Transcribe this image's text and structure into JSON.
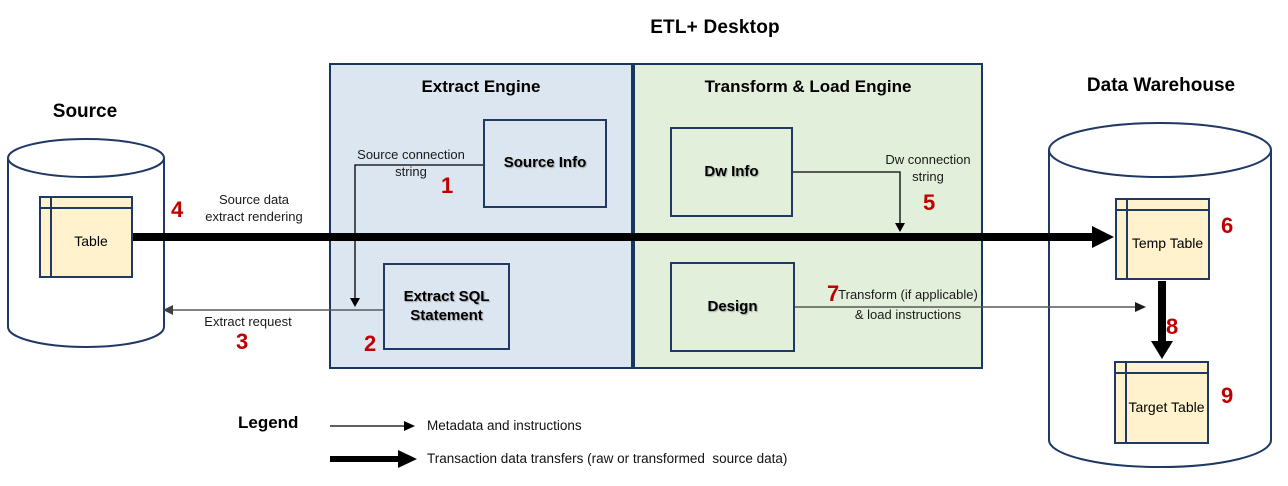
{
  "title": "ETL+ Desktop",
  "source": {
    "title": "Source",
    "table": "Table"
  },
  "engines": {
    "extract": {
      "title": "Extract Engine",
      "source_info": "Source Info",
      "extract_sql": "Extract SQL Statement"
    },
    "transform_load": {
      "title": "Transform & Load Engine",
      "dw_info": "Dw Info",
      "design": "Design"
    }
  },
  "warehouse": {
    "title": "Data Warehouse",
    "temp_table": "Temp Table",
    "target_table": "Target Table"
  },
  "flows": {
    "source_connection": {
      "num": "1",
      "label": "Source connection string"
    },
    "extract_sql": {
      "num": "2"
    },
    "extract_request": {
      "num": "3",
      "label": "Extract request"
    },
    "source_extract": {
      "num": "4",
      "label": "Source data extract rendering"
    },
    "dw_connection": {
      "num": "5",
      "label": "Dw connection string"
    },
    "temp_table": {
      "num": "6"
    },
    "transform_load": {
      "num": "7",
      "label": "Transform (if applicable) & load instructions"
    },
    "load_target": {
      "num": "8"
    },
    "target_table": {
      "num": "9"
    }
  },
  "legend": {
    "title": "Legend",
    "items": [
      {
        "type": "thin-arrow",
        "label": "Metadata and instructions"
      },
      {
        "type": "thick-arrow",
        "label": "Transaction data transfers (raw or transformed  source data)"
      }
    ]
  },
  "colors": {
    "extract_panel": "#dce6f1",
    "transform_panel": "#e2efda",
    "table_fill": "#fff2cc",
    "border_navy": "#1f3864",
    "number_red": "#c00000",
    "thin_line": "#595959",
    "thick_line": "#000000"
  }
}
